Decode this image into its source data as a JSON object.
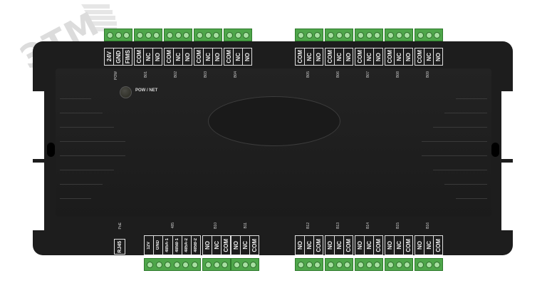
{
  "watermark": {
    "text": "ЭТМ"
  },
  "indicator": {
    "label": "POW / NET"
  },
  "top_groups": [
    "POW",
    "B01",
    "B02",
    "B03",
    "B04",
    "B05",
    "B06",
    "B07",
    "B08",
    "B09"
  ],
  "bottom_groups": [
    "PoE",
    "485",
    "B10",
    "B11",
    "B12",
    "B13",
    "B14",
    "B15",
    "B16"
  ],
  "top_terminals": {
    "power": [
      "24V",
      "GND",
      "FIMS"
    ],
    "relay": [
      "COM",
      "NC",
      "NO"
    ]
  },
  "bottom_terminals": {
    "rj": "RJ45",
    "bus": [
      "12V",
      "GND",
      "485A-1",
      "485B-1",
      "485A-2",
      "485B-2"
    ],
    "relay": [
      "NO",
      "NC",
      "COM"
    ]
  }
}
